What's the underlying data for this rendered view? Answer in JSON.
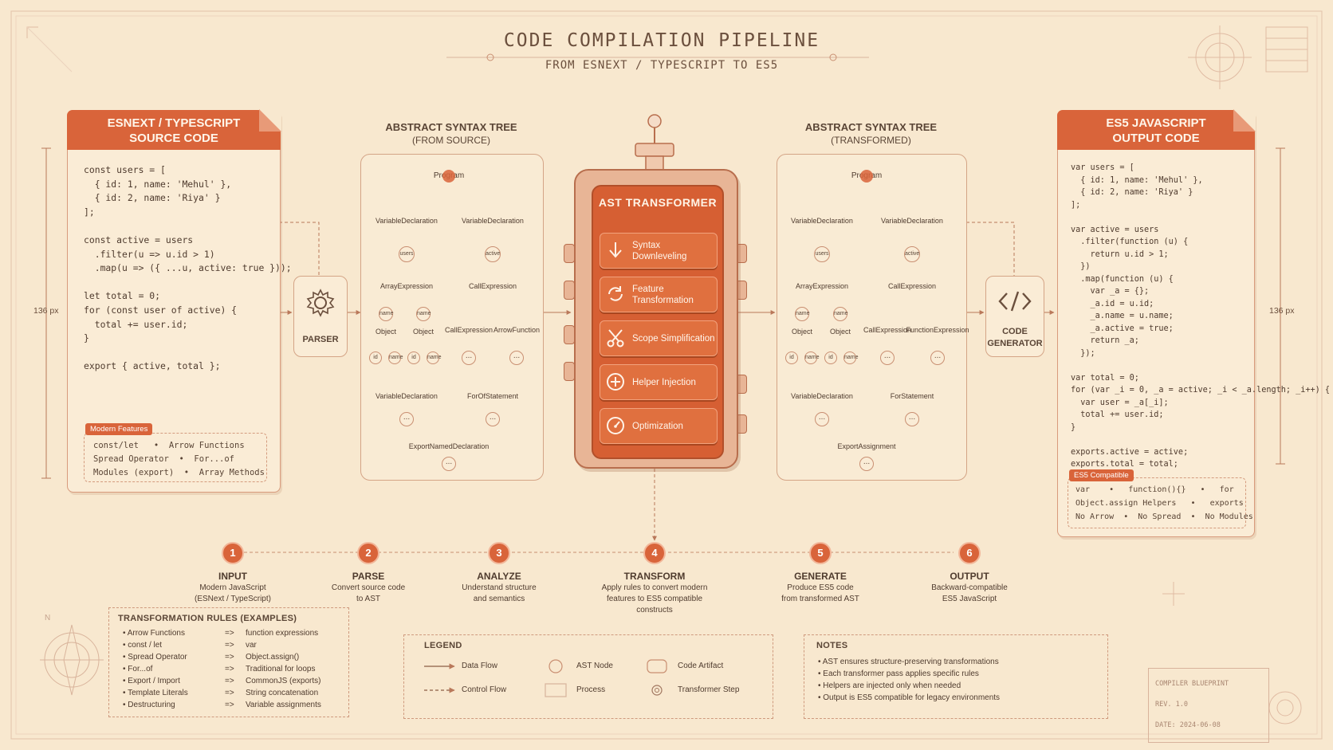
{
  "header": {
    "title": "CODE COMPILATION PIPELINE",
    "subtitle": "FROM ESNEXT / TYPESCRIPT TO ES5"
  },
  "source_card": {
    "title_line1": "ESNEXT / TYPESCRIPT",
    "title_line2": "SOURCE CODE",
    "code": "const users = [\n  { id: 1, name: 'Mehul' },\n  { id: 2, name: 'Riya' }\n];\n\nconst active = users\n  .filter(u => u.id > 1)\n  .map(u => ({ ...u, active: true }));\n\nlet total = 0;\nfor (const user of active) {\n  total += user.id;\n}\n\nexport { active, total };",
    "features_tag": "Modern Features",
    "features": [
      "const/let   •  Arrow Functions",
      "Spread Operator  •  For...of",
      "Modules (export)  •  Array Methods"
    ]
  },
  "output_card": {
    "title_line1": "ES5 JAVASCRIPT",
    "title_line2": "OUTPUT CODE",
    "code": "var users = [\n  { id: 1, name: 'Mehul' },\n  { id: 2, name: 'Riya' }\n];\n\nvar active = users\n  .filter(function (u) {\n    return u.id > 1;\n  })\n  .map(function (u) {\n    var _a = {};\n    _a.id = u.id;\n    _a.name = u.name;\n    _a.active = true;\n    return _a;\n  });\n\nvar total = 0;\nfor (var _i = 0, _a = active; _i < _a.length; _i++) {\n  var user = _a[_i];\n  total += user.id;\n}\n\nexports.active = active;\nexports.total = total;",
    "features_tag": "ES5 Compatible",
    "features": [
      "var    •   function(){}   •   for",
      "Object.assign Helpers   •   exports",
      "No Arrow  •  No Spread  •  No Modules"
    ]
  },
  "dimensions": {
    "left": "136 px",
    "right": "136 px"
  },
  "parser": {
    "label": "PARSER"
  },
  "generator": {
    "label_line1": "CODE",
    "label_line2": "GENERATOR"
  },
  "ast_source": {
    "title": "ABSTRACT SYNTAX TREE",
    "subtitle": "(FROM SOURCE)",
    "root": "Program",
    "nodes": [
      "VariableDeclaration",
      "VariableDeclaration",
      "ArrayExpression",
      "CallExpression",
      "Object",
      "Object",
      "CallExpression",
      "ArrowFunction",
      "VariableDeclaration",
      "ForOfStatement",
      "ExportNamedDeclaration"
    ],
    "chips": [
      "users",
      "active",
      "name",
      "id"
    ]
  },
  "ast_transformed": {
    "title": "ABSTRACT SYNTAX TREE",
    "subtitle": "(TRANSFORMED)",
    "root": "Program",
    "nodes": [
      "VariableDeclaration",
      "VariableDeclaration",
      "ArrayExpression",
      "CallExpression",
      "Object",
      "Object",
      "CallExpression",
      "FunctionExpression",
      "VariableDeclaration",
      "ForStatement",
      "ExportAssignment"
    ],
    "chips": [
      "users",
      "active",
      "name",
      "id"
    ]
  },
  "transformer": {
    "title": "AST TRANSFORMER",
    "steps": [
      {
        "label": "Syntax Downleveling",
        "icon": "arrow-down-icon"
      },
      {
        "label": "Feature Transformation",
        "icon": "cycle-icon"
      },
      {
        "label": "Scope Simplification",
        "icon": "scissors-icon"
      },
      {
        "label": "Helper Injection",
        "icon": "plus-circle-icon"
      },
      {
        "label": "Optimization",
        "icon": "gauge-icon"
      }
    ]
  },
  "pipeline": [
    {
      "num": "1",
      "name": "INPUT",
      "desc1": "Modern JavaScript",
      "desc2": "(ESNext / TypeScript)",
      "desc3": ""
    },
    {
      "num": "2",
      "name": "PARSE",
      "desc1": "Convert source code",
      "desc2": "to AST",
      "desc3": ""
    },
    {
      "num": "3",
      "name": "ANALYZE",
      "desc1": "Understand structure",
      "desc2": "and semantics",
      "desc3": ""
    },
    {
      "num": "4",
      "name": "TRANSFORM",
      "desc1": "Apply rules to convert modern",
      "desc2": "features to ES5 compatible",
      "desc3": "constructs"
    },
    {
      "num": "5",
      "name": "GENERATE",
      "desc1": "Produce ES5 code",
      "desc2": "from transformed AST",
      "desc3": ""
    },
    {
      "num": "6",
      "name": "OUTPUT",
      "desc1": "Backward-compatible",
      "desc2": "ES5 JavaScript",
      "desc3": ""
    }
  ],
  "rules": {
    "title": "TRANSFORMATION RULES (EXAMPLES)",
    "arrow": "=>",
    "items": [
      {
        "from": "Arrow Functions",
        "to": "function expressions"
      },
      {
        "from": "const / let",
        "to": "var"
      },
      {
        "from": "Spread Operator",
        "to": "Object.assign()"
      },
      {
        "from": "For...of",
        "to": "Traditional for loops"
      },
      {
        "from": "Export / Import",
        "to": "CommonJS (exports)"
      },
      {
        "from": "Template Literals",
        "to": "String concatenation"
      },
      {
        "from": "Destructuring",
        "to": "Variable assignments"
      }
    ]
  },
  "legend": {
    "title": "LEGEND",
    "data_flow": "Data Flow",
    "control_flow": "Control Flow",
    "ast_node": "AST Node",
    "process": "Process",
    "code_artifact": "Code Artifact",
    "transformer_step": "Transformer Step"
  },
  "notes": {
    "title": "NOTES",
    "items": [
      "AST ensures structure-preserving transformations",
      "Each transformer pass applies specific rules",
      "Helpers are injected only when needed",
      "Output is ES5 compatible for legacy environments"
    ]
  },
  "compass": {
    "north": "N"
  },
  "stamp": {
    "line1": "COMPILER BLUEPRINT",
    "line2": "REV. 1.0",
    "line3": "DATE: 2024-06-08"
  },
  "colors": {
    "accent": "#d9643a",
    "background": "#f8e8cf",
    "ink": "#5a4536",
    "line": "#c98f72"
  }
}
